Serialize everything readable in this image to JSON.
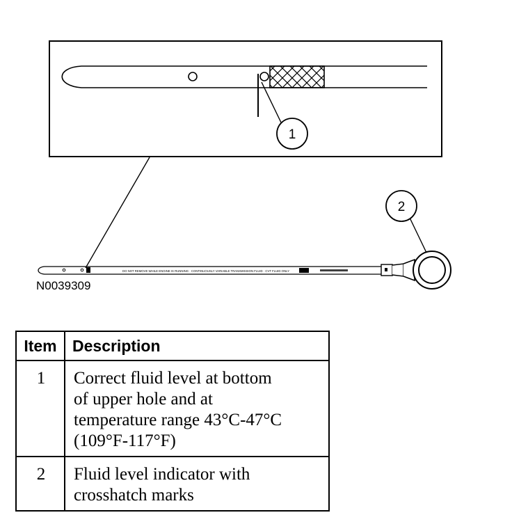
{
  "diagram": {
    "figure_id": "N0039309",
    "callouts": [
      "1",
      "2"
    ],
    "dipstick_printed_text": "DO NOT REMOVE WHILE ENGINE IS RUNNING · CONTINUOUSLY VARIABLE TRANSMISSION FLUID · CVT FLUID ONLY"
  },
  "legend": {
    "headers": {
      "item": "Item",
      "description": "Description"
    },
    "rows": [
      {
        "item": "1",
        "description_lines": [
          "Correct fluid level at bottom",
          "of upper hole and at",
          "temperature range 43°C-47°C",
          "(109°F-117°F)"
        ]
      },
      {
        "item": "2",
        "description_lines": [
          "Fluid level indicator with",
          "crosshatch marks"
        ]
      }
    ]
  }
}
